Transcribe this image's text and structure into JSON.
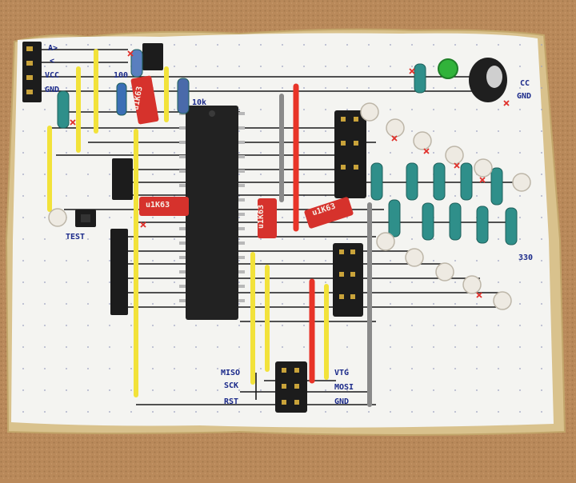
{
  "photo": {
    "labels": {
      "top_pin_1": "A>",
      "top_pin_2": "<",
      "vcc_left": "VCC",
      "gnd_left": "GND",
      "resistor_100": "100",
      "resistor_10k": "10k",
      "vcc_right": "CC",
      "gnd_right": "GND",
      "test": "TEST",
      "r330": "330",
      "miso": "MISO",
      "sck": "SCK",
      "rst": "RST",
      "vtg": "VTG",
      "mosi": "MOSI",
      "gnd_bottom": "GND"
    },
    "capacitor_labels": {
      "cap1": "u1K63",
      "cap2": "u1K63",
      "cap3": "u1K63",
      "cap4": "u1K63"
    },
    "colors": {
      "cork": "#b9895a",
      "paper": "#f4f4f1",
      "trace": "#1a1a1a",
      "print": "#1b2a8a",
      "marker": "#e0302a",
      "red_wire": "#e83428",
      "yellow_wire": "#f2e23a",
      "gray_wire": "#8a8a8a",
      "resistor_body": "#2f8f8a",
      "capacitor_red": "#d6322c",
      "led_green": "#31b33a",
      "chip": "#222222"
    }
  }
}
